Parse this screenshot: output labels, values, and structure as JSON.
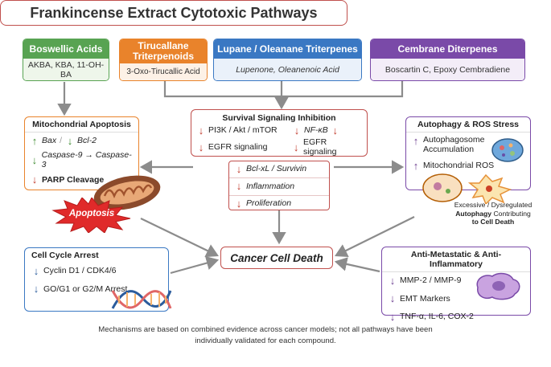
{
  "title": "Frankincense Extract Cytotoxic Pathways",
  "compounds": [
    {
      "name": "Boswellic Acids",
      "items": "AKBA, KBA, 11-OH-BA",
      "color": "#58a352"
    },
    {
      "name": "Tirucallane Triterpenoids",
      "items": "3-Oxo-Tirucallic Acid",
      "color": "#e9832b"
    },
    {
      "name": "Lupane / Oleanane Triterpenes",
      "items": "Lupenone, Oleanenoic Acid",
      "color": "#3a78c3"
    },
    {
      "name": "Cembrane Diterpenes",
      "items": "Boscartin C, Epoxy Cembradiene",
      "color": "#7a4aa8"
    }
  ],
  "mito": {
    "title": "Mitochondrial Apoptosis",
    "r1a": "Bax",
    "r1b": "Bcl-2",
    "r2": "Caspase-9 → Caspase-3",
    "r3": "PARP Cleavage",
    "burst": "Apoptosis"
  },
  "survival": {
    "title": "Survival Signaling Inhibition",
    "a1": "PI3K / Akt / mTOR",
    "a2": "NF-κB",
    "b1": "EGFR signaling",
    "b2": "EGFR signaling",
    "c1": "Bcl-xL / Survivin",
    "c2": "Inflammation",
    "c3": "Proliferation"
  },
  "autophagy": {
    "title": "Autophagy & ROS Stress",
    "r1": "Autophagosome Accumulation",
    "r2": "Mitochondrial ROS",
    "note1": "Excessive / Dysregulated",
    "note2": "Autophagy",
    "note3": "Contributing",
    "note4": "to Cell Death"
  },
  "cycle": {
    "title": "Cell Cycle Arrest",
    "r1": "Cyclin D1 / CDK4/6",
    "r2": "GO/G1 or G2/M Arrest"
  },
  "meta": {
    "title": "Anti-Metastatic & Anti-Inflammatory",
    "r1": "MMP-2 / MMP-9",
    "r2": "EMT Markers",
    "r3": "TNF-α, IL-6, COX-2"
  },
  "death": "Cancer Cell Death",
  "footnote": "Mechanisms are based on combined evidence across cancer models; not all pathways have been individually validated for each compound.",
  "colors": {
    "green": "#58a352",
    "orange": "#e9832b",
    "blue": "#3a78c3",
    "purple": "#7a4aa8",
    "red": "#c0504d",
    "arrow": "#8c8c8c"
  }
}
